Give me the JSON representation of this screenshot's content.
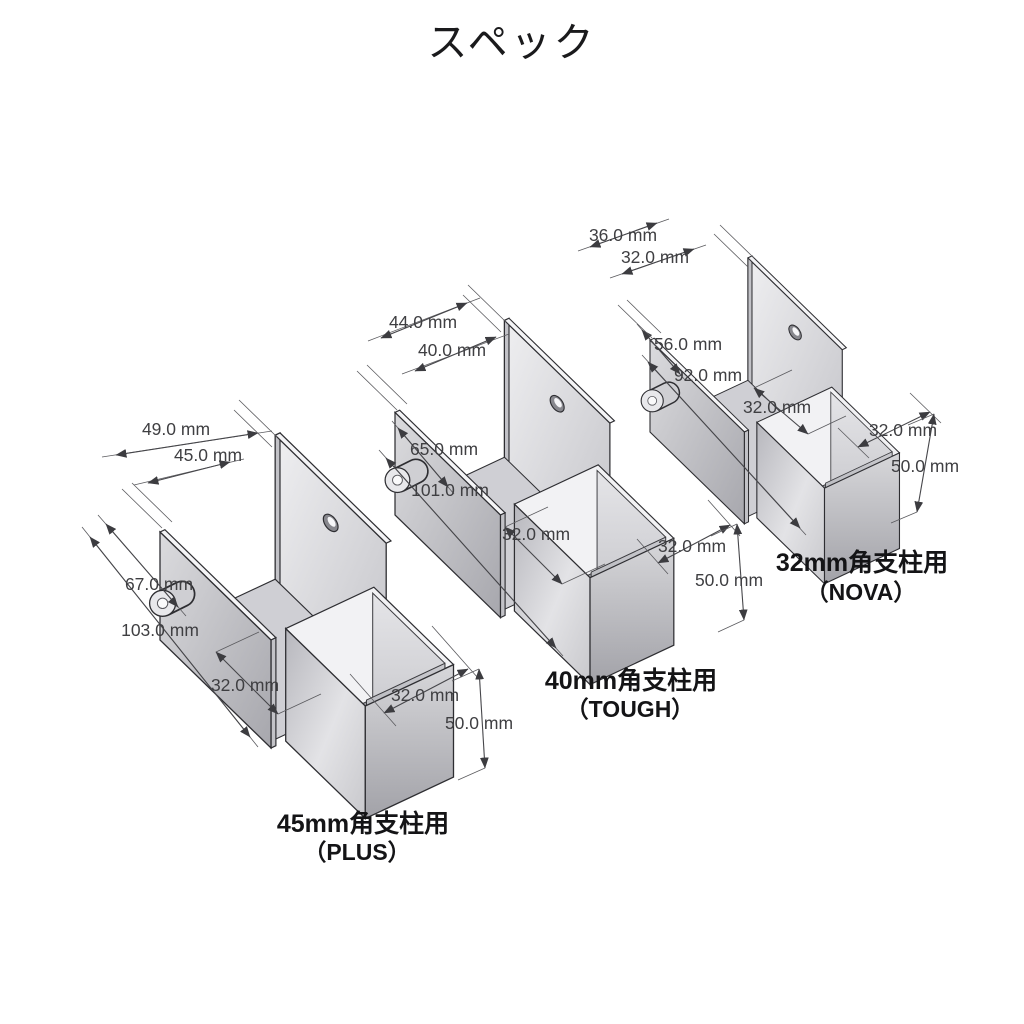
{
  "title": "スペック",
  "unit": "mm",
  "brackets": [
    {
      "name": "PLUS",
      "caption_line1": "45mm角支柱用",
      "caption_line2": "（PLUS）",
      "dims": {
        "outer_width": "49.0 mm",
        "inner_width": "45.0 mm",
        "plate_height": "67.0 mm",
        "total_length": "103.0 mm",
        "channel_inner_width": "32.0 mm",
        "socket_inner_width": "32.0 mm",
        "socket_depth": "50.0 mm"
      }
    },
    {
      "name": "TOUGH",
      "caption_line1": "40mm角支柱用",
      "caption_line2": "（TOUGH）",
      "dims": {
        "outer_width": "44.0 mm",
        "inner_width": "40.0 mm",
        "plate_height": "65.0 mm",
        "total_length": "101.0 mm",
        "channel_inner_width": "32.0 mm",
        "socket_inner_width": "32.0 mm",
        "socket_depth": "50.0 mm"
      }
    },
    {
      "name": "NOVA",
      "caption_line1": "32mm角支柱用",
      "caption_line2": "（NOVA）",
      "dims": {
        "outer_width": "36.0 mm",
        "inner_width": "32.0 mm",
        "plate_height": "56.0 mm",
        "total_length": "92.0 mm",
        "channel_inner_width": "32.0 mm",
        "socket_inner_width": "32.0 mm",
        "socket_depth": "50.0 mm"
      }
    }
  ],
  "colors": {
    "background": "#ffffff",
    "outline": "#2e2e32",
    "dimension_line": "#46464a",
    "dimension_text": "#3f3f42",
    "metal_light": "#f2f2f4",
    "metal_mid": "#c9c9cd",
    "metal_dark": "#9a9aa0"
  }
}
